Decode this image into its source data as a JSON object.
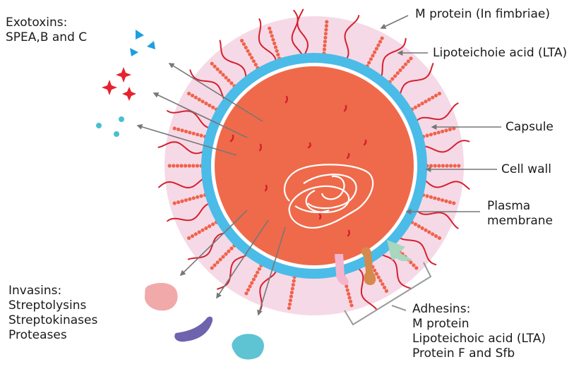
{
  "labels": {
    "exotoxins": [
      "Exotoxins:",
      "SPEA,B and C"
    ],
    "m_protein": "M protein (In fimbriae)",
    "lta": "Lipoteichoie acid (LTA)",
    "capsule": "Capsule",
    "cell_wall": "Cell wall",
    "plasma_membrane": [
      "Plasma",
      "membrane"
    ],
    "invasins": [
      "Invasins:",
      "Streptolysins",
      "Streptokinases",
      "Proteases"
    ],
    "adhesins": [
      "Adhesins:",
      "M protein",
      "Lipoteichoic acid (LTA)",
      "Protein F and Sfb"
    ]
  },
  "colors": {
    "cytoplasm": "#ef6a4a",
    "cell_wall": "#4bbbe8",
    "capsule": "#f6d9e6",
    "membrane": "#ffffff",
    "fimbriae": "#d5202e",
    "lta_beads": "#f0624a",
    "arrow": "#777777",
    "exotoxin_triangle": "#1e9fe0",
    "exotoxin_star": "#e5232e",
    "exotoxin_dot": "#49bfd0",
    "invasin_pink": "#f2a9a9",
    "invasin_purple": "#6e63ad",
    "invasin_teal": "#5ec3d3"
  }
}
